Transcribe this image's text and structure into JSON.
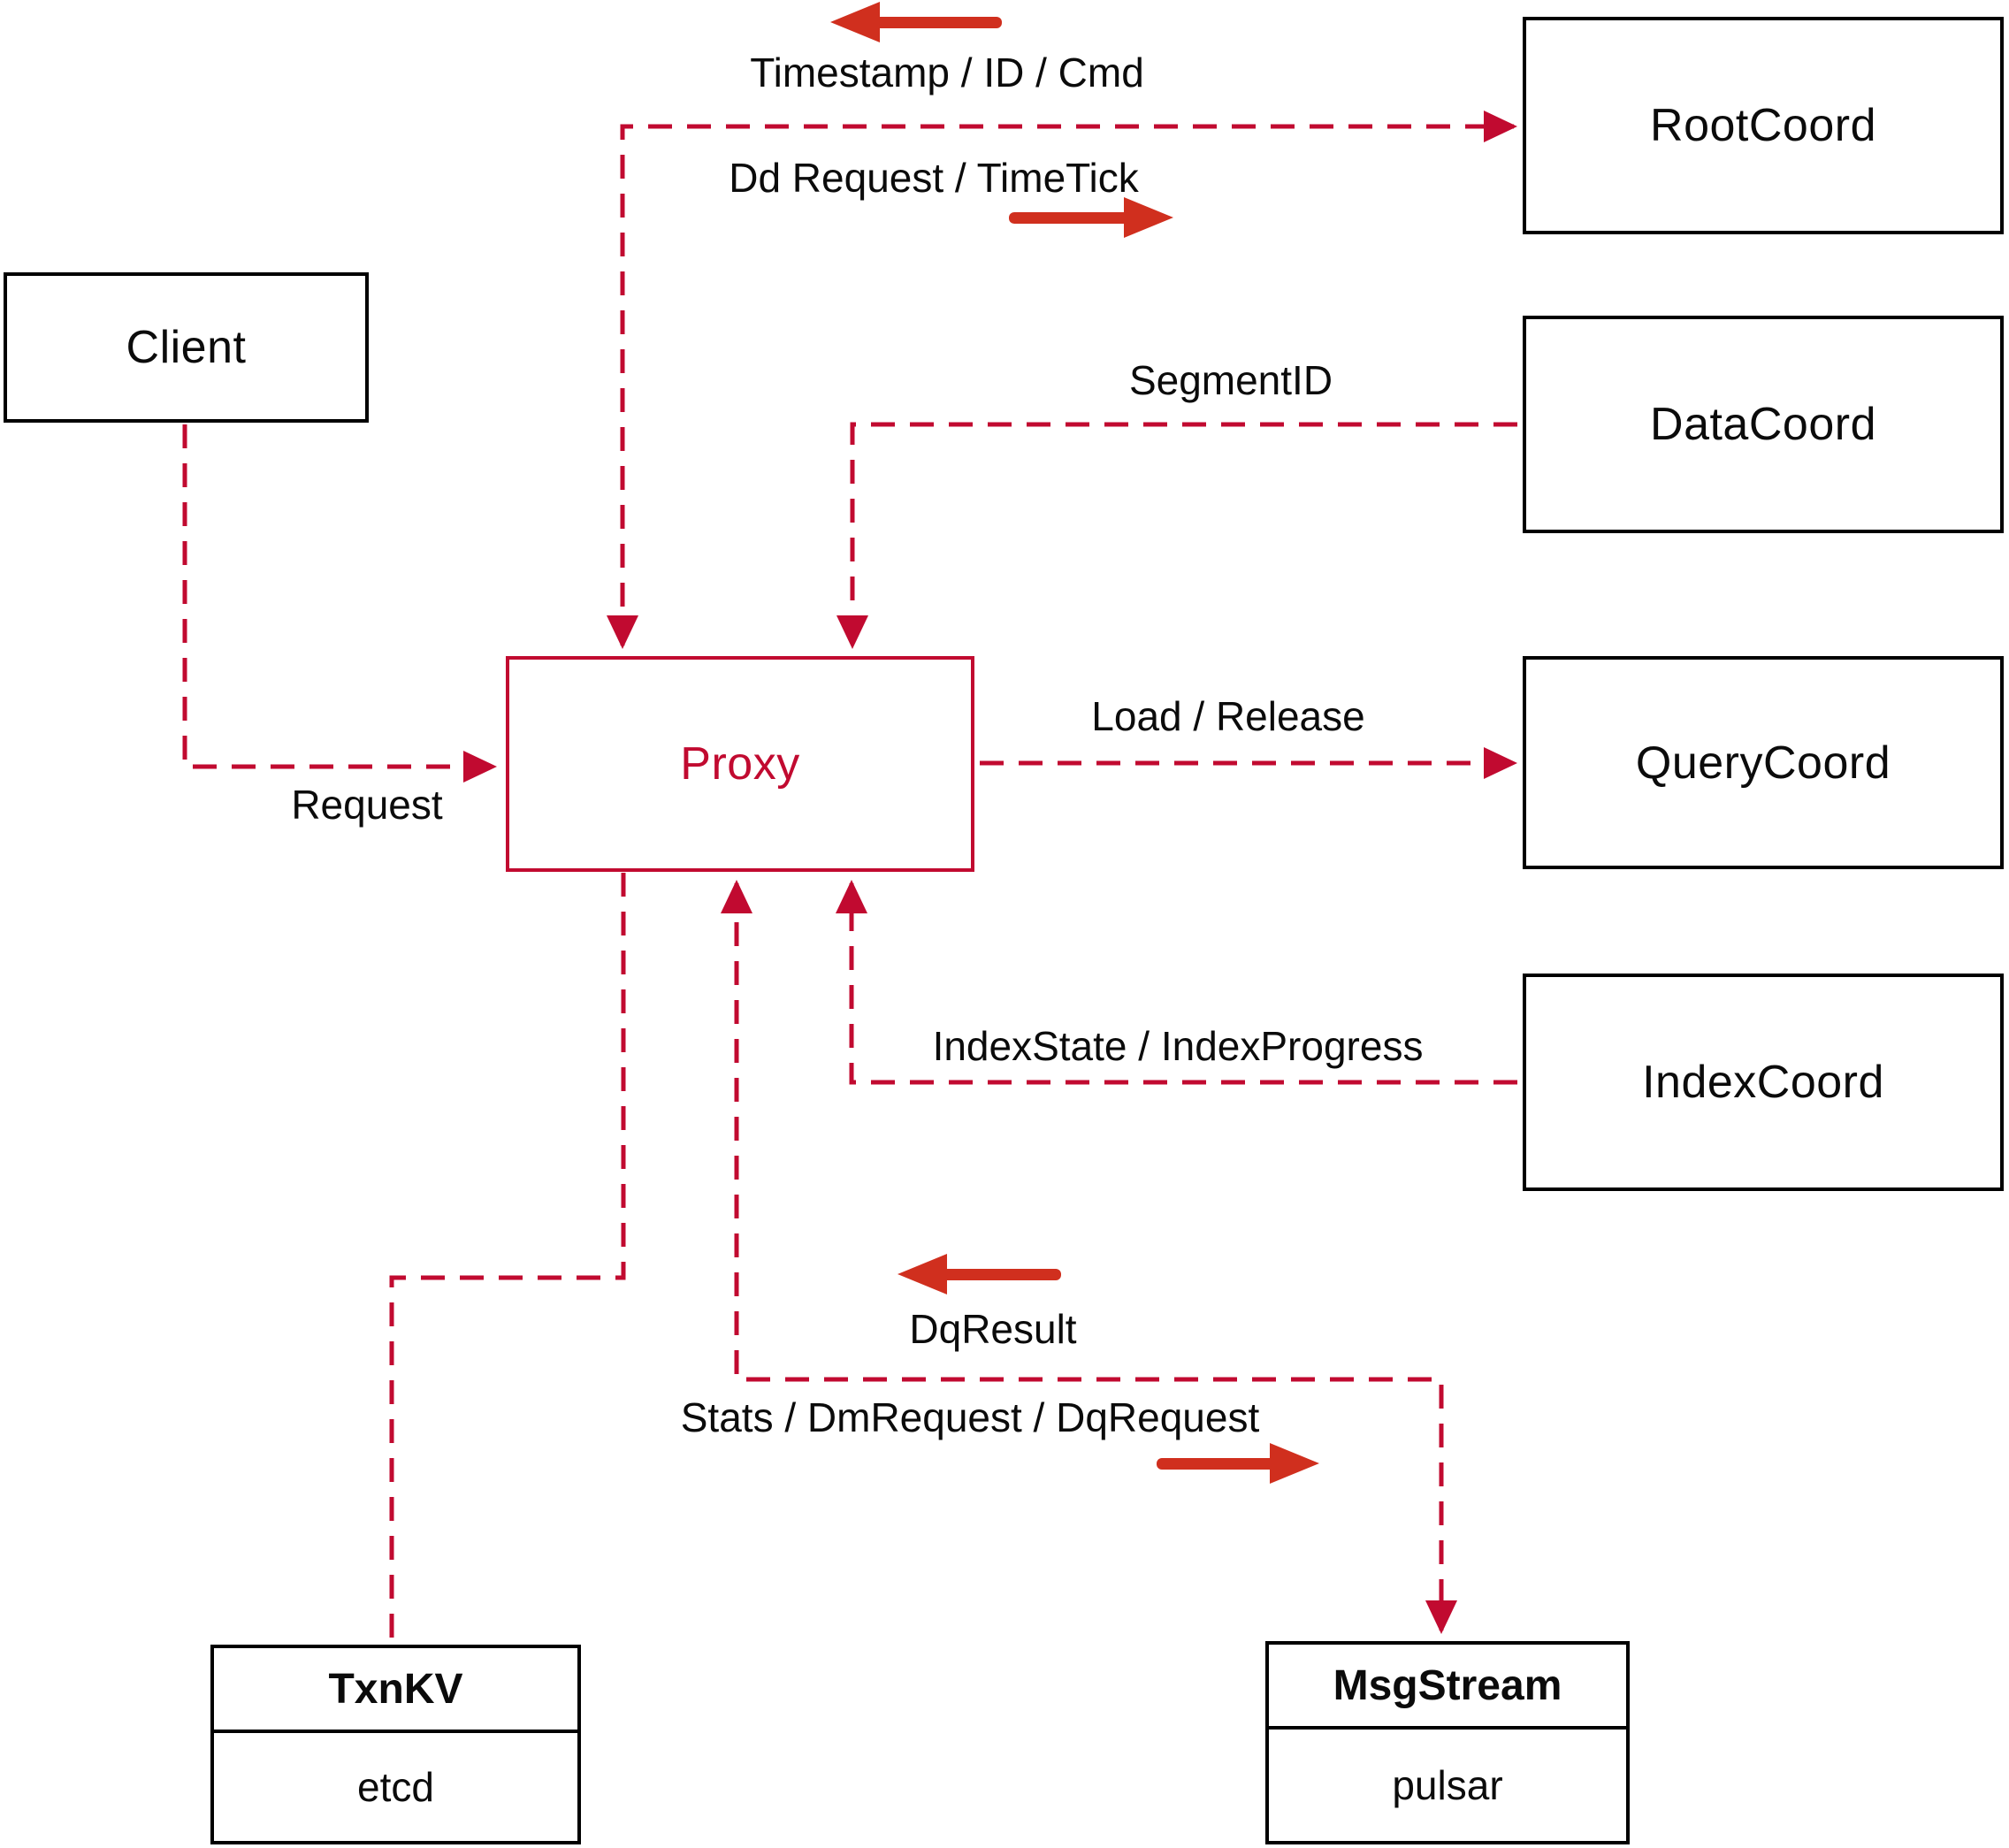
{
  "diagram": {
    "nodes": {
      "client": {
        "label": "Client"
      },
      "proxy": {
        "label": "Proxy"
      },
      "root_coord": {
        "label": "RootCoord"
      },
      "data_coord": {
        "label": "DataCoord"
      },
      "query_coord": {
        "label": "QueryCoord"
      },
      "index_coord": {
        "label": "IndexCoord"
      },
      "txn_kv": {
        "title": "TxnKV",
        "impl": "etcd"
      },
      "msg_stream": {
        "title": "MsgStream",
        "impl": "pulsar"
      }
    },
    "edge_labels": {
      "timestamp": "Timestamp / ID / Cmd",
      "dd_request": "Dd Request / TimeTick",
      "segment_id": "SegmentID",
      "load_release": "Load / Release",
      "index_state": "IndexState / IndexProgress",
      "request": "Request",
      "dq_result": "DqResult",
      "stats": "Stats / DmRequest / DqRequest"
    },
    "colors": {
      "dashed_line_red": "#c10a30",
      "solid_arrow_red": "#d02f1e",
      "box_border_black": "#000000",
      "background": "#ffffff"
    }
  }
}
